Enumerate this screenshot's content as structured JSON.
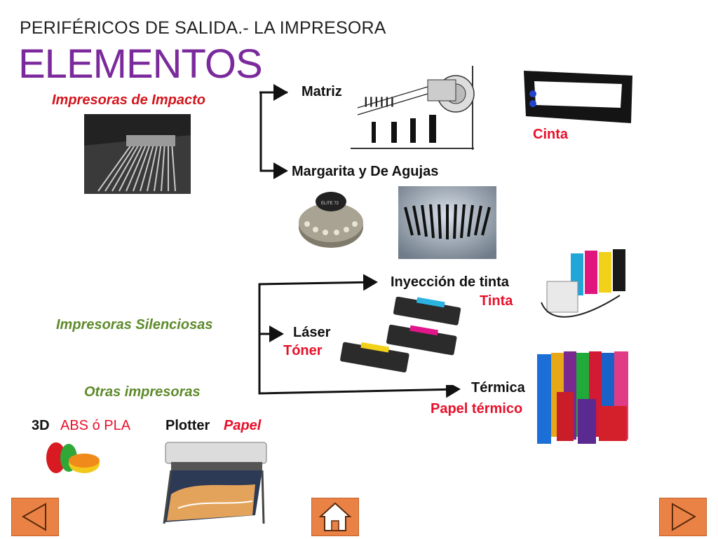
{
  "header": {
    "subtitle": "PERIFÉRICOS DE SALIDA.- LA IMPRESORA",
    "title": "ELEMENTOS"
  },
  "categories": {
    "impacto": "Impresoras de Impacto",
    "silenciosas": "Impresoras Silenciosas",
    "otras": "Otras impresoras"
  },
  "impacto": {
    "matriz": "Matriz",
    "margarita": "Margarita y De Agujas",
    "cinta": "Cinta"
  },
  "silenciosas": {
    "inyeccion": "Inyección de tinta",
    "tinta": "Tinta",
    "laser": "Láser",
    "toner": "Tóner",
    "termica": "Térmica",
    "papel_termico": "Papel térmico"
  },
  "otras": {
    "d3_label": "3D",
    "d3_material": "ABS ó PLA",
    "plotter_label": "Plotter",
    "plotter_material": "Papel"
  },
  "colors": {
    "title": "#7b2a9c",
    "impact_category": "#d4141c",
    "silent_category": "#5e8a2a",
    "accent_red": "#e8102a",
    "nav_button": "#ea8246"
  },
  "navigation": {
    "prev": "triangle-left-icon",
    "home": "house-icon",
    "next": "triangle-right-icon"
  }
}
